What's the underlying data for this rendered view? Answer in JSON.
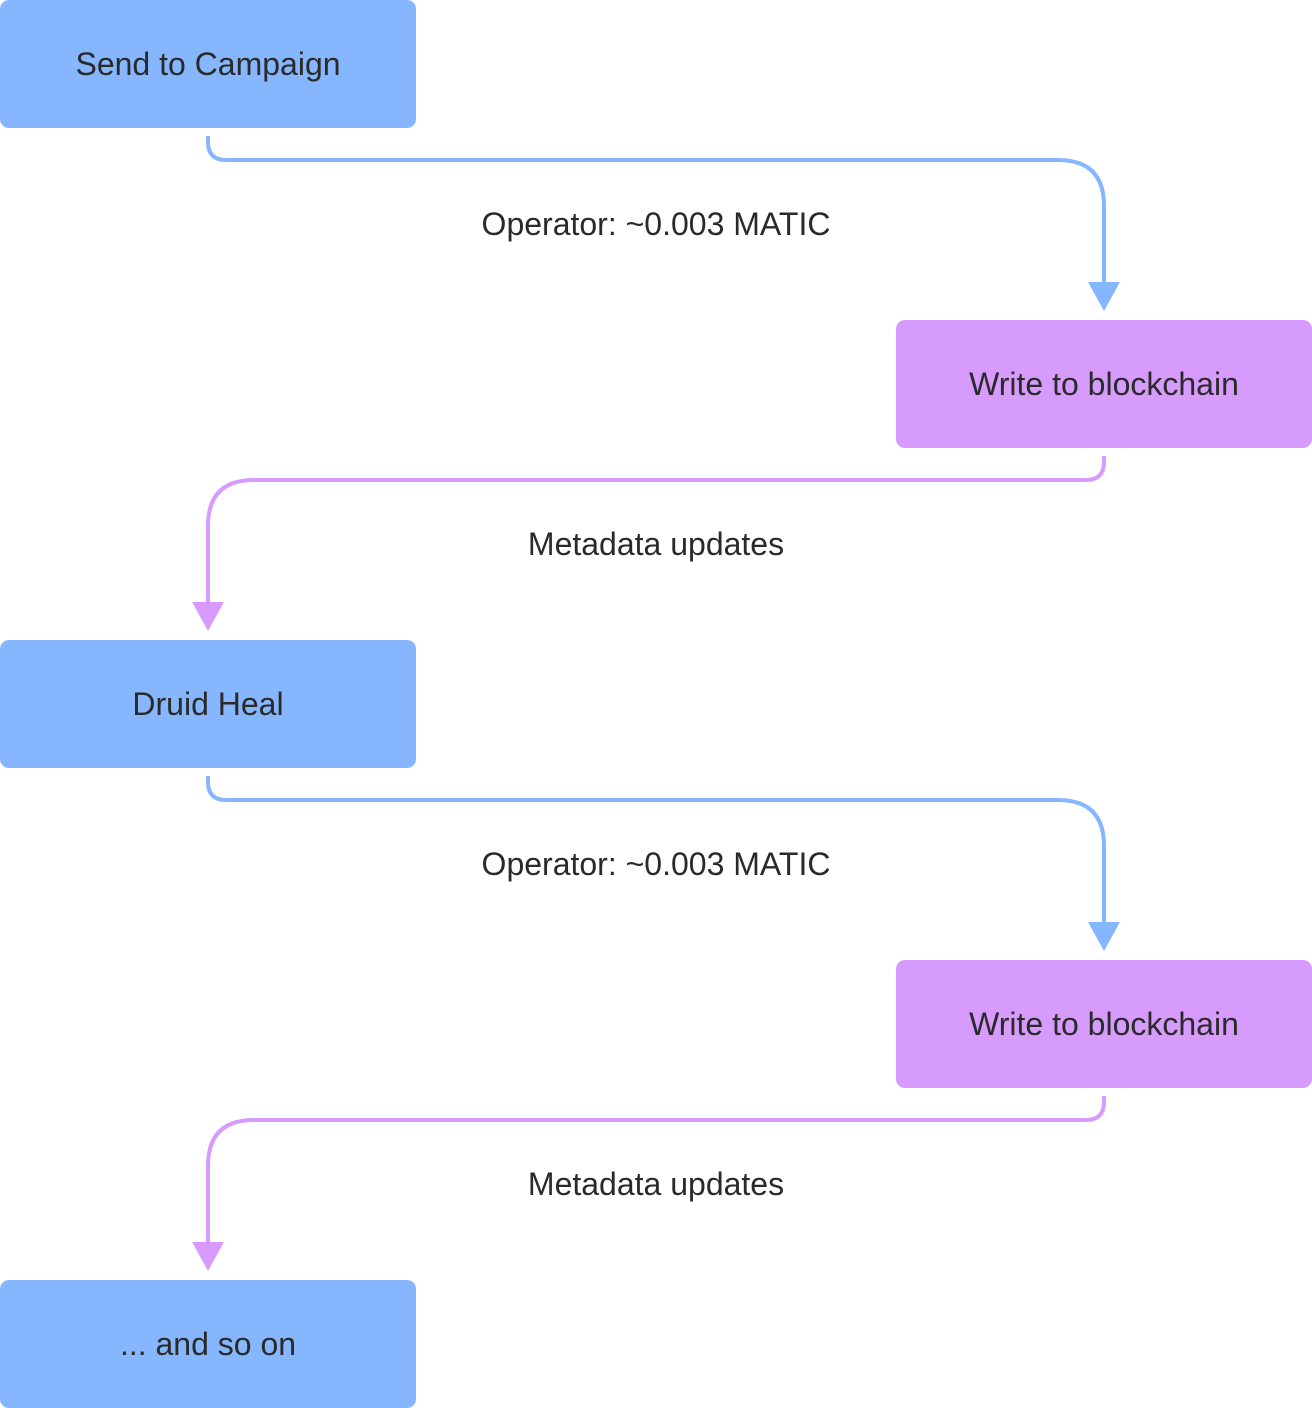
{
  "colors": {
    "blue_node": "#86b6fd",
    "purple_node": "#d79bfd",
    "blue_connector": "#86b6fd",
    "purple_connector": "#d79bfd",
    "text": "#2a2a2a"
  },
  "nodes": [
    {
      "id": "send-to-campaign",
      "label": "Send to Campaign",
      "color": "blue"
    },
    {
      "id": "write-to-blockchain-1",
      "label": "Write to blockchain",
      "color": "purple"
    },
    {
      "id": "druid-heal",
      "label": "Druid Heal",
      "color": "blue"
    },
    {
      "id": "write-to-blockchain-2",
      "label": "Write to blockchain",
      "color": "purple"
    },
    {
      "id": "and-so-on",
      "label": "... and so on",
      "color": "blue"
    }
  ],
  "edges": [
    {
      "from": "send-to-campaign",
      "to": "write-to-blockchain-1",
      "label": "Operator: ~0.003 MATIC",
      "color": "blue"
    },
    {
      "from": "write-to-blockchain-1",
      "to": "druid-heal",
      "label": "Metadata updates",
      "color": "purple"
    },
    {
      "from": "druid-heal",
      "to": "write-to-blockchain-2",
      "label": "Operator: ~0.003 MATIC",
      "color": "blue"
    },
    {
      "from": "write-to-blockchain-2",
      "to": "and-so-on",
      "label": "Metadata updates",
      "color": "purple"
    }
  ]
}
